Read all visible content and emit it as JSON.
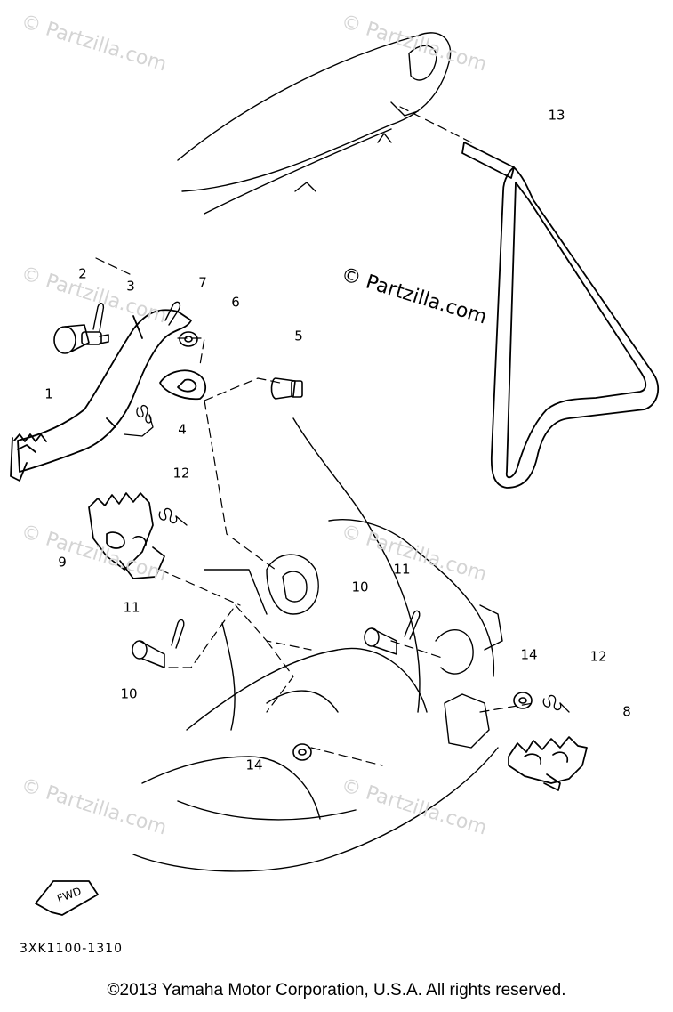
{
  "watermark": "© Partzilla.com",
  "diagram_code": "3XK1100-1310",
  "copyright": "©2013  Yamaha Motor Corporation, U.S.A. All rights reserved.",
  "fwd_label": "FWD",
  "callouts": [
    "2",
    "3",
    "7",
    "6",
    "5",
    "1",
    "4",
    "12",
    "9",
    "11",
    "10",
    "13",
    "11",
    "10",
    "14",
    "12",
    "8",
    "14"
  ]
}
